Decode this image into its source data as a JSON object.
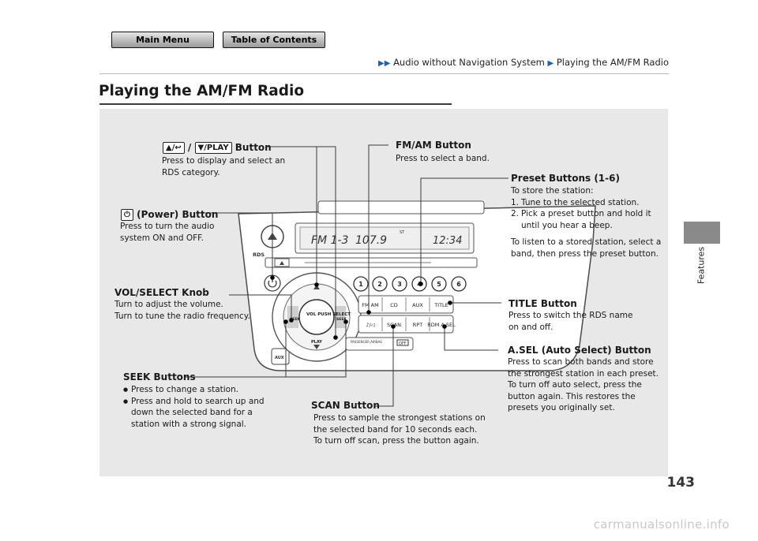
{
  "nav": {
    "main_menu": "Main Menu",
    "table_of_contents": "Table of Contents"
  },
  "breadcrumb": {
    "parent": "Audio without Navigation System",
    "current": "Playing the AM/FM Radio"
  },
  "page_title": "Playing the AM/FM Radio",
  "side_tab": "Features",
  "page_number": "143",
  "watermark": "carmanualsonline.info",
  "callouts": {
    "category": {
      "up_key": "▲/↩",
      "sep": "/",
      "down_key": "▼/PLAY",
      "label": "Button",
      "desc": [
        "Press to display and select an",
        "RDS category."
      ]
    },
    "fm_am": {
      "label": "FM/AM Button",
      "desc": [
        "Press to select a band."
      ]
    },
    "preset": {
      "label": "Preset Buttons (1-6)",
      "intro": "To store the station:",
      "steps": [
        {
          "n": "1.",
          "lines": [
            "Tune to the selected station."
          ]
        },
        {
          "n": "2.",
          "lines": [
            "Pick a preset button and hold it",
            "until you hear a beep."
          ]
        }
      ],
      "listen": [
        "To listen to a stored station, select a",
        "band, then press the preset button."
      ]
    },
    "power": {
      "icon": "⏻",
      "label": "(Power) Button",
      "desc": [
        "Press to turn the audio",
        "system ON and OFF."
      ]
    },
    "vol": {
      "label": "VOL/SELECT Knob",
      "desc": [
        "Turn to adjust the volume.",
        "Turn to tune the radio frequency."
      ]
    },
    "title_btn": {
      "label": "TITLE Button",
      "desc": [
        "Press to switch the RDS name",
        "on and off."
      ]
    },
    "asel": {
      "label": "A.SEL (Auto Select) Button",
      "desc": [
        "Press to scan both bands and store",
        "the strongest station in each preset.",
        "To turn off auto select, press the",
        "button again. This restores the",
        "presets you originally set."
      ]
    },
    "seek": {
      "label": "SEEK Buttons",
      "bullets": [
        {
          "lines": [
            "Press to change a station."
          ]
        },
        {
          "lines": [
            "Press and hold to search up and",
            "down the selected band for a",
            "station with a strong signal."
          ]
        }
      ]
    },
    "scan": {
      "label": "SCAN Button",
      "desc": [
        "Press to sample the strongest stations on",
        "the selected band for 10 seconds each.",
        "To turn off scan, press the button again."
      ]
    }
  },
  "radio": {
    "display_band": "FM 1-3",
    "display_freq": "107.9",
    "display_st": "ST",
    "display_clock": "12:34",
    "presets": [
      "1",
      "2",
      "3",
      "4",
      "5",
      "6"
    ],
    "buttons_row1": [
      "FM AM",
      "CD",
      "AUX",
      "TITLE"
    ],
    "buttons_row2": [
      "♪/◁",
      "SCAN",
      "RPT",
      "RDM A.SEL"
    ],
    "knob_label": "VOL PUSH SELECT",
    "play_label": "PLAY",
    "seek_left": "SEEK",
    "seek_right": "SEEK",
    "aux_label": "AUX",
    "airbag_label": "PASSENGER AIRBAG",
    "airbag_status": "OFF",
    "rds_label": "RDS"
  }
}
